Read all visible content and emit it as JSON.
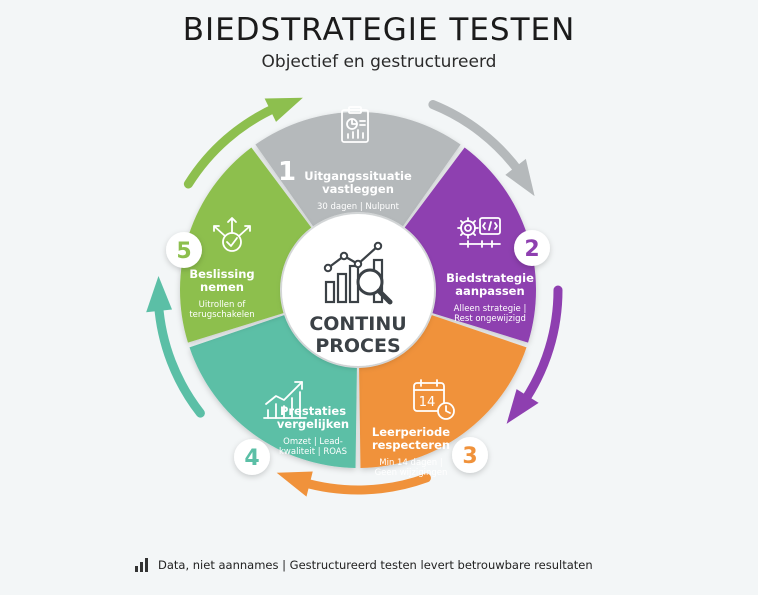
{
  "header": {
    "title": "BIEDSTRATEGIE TESTEN",
    "subtitle": "Objectief en gestructureerd"
  },
  "center": {
    "line1": "CONTINU",
    "line2": "PROCES"
  },
  "steps": [
    {
      "number": "1",
      "title_lines": [
        "Uitgangssituatie",
        "vastleggen"
      ],
      "desc_lines": [
        "30 dagen | Nulpunt"
      ],
      "color": "#b5b9bb",
      "icon": "clipboard-chart-icon"
    },
    {
      "number": "2",
      "title_lines": [
        "Biedstrategie",
        "aanpassen"
      ],
      "desc_lines": [
        "Alleen strategie |",
        "Rest ongewijzigd"
      ],
      "color": "#8e3fb0",
      "icon": "gear-code-icon"
    },
    {
      "number": "3",
      "title_lines": [
        "Leerperiode",
        "respecteren"
      ],
      "desc_lines": [
        "Min 14 dagen |",
        "Geen wijzigingen"
      ],
      "color": "#f0923b",
      "icon": "calendar-clock-icon",
      "calendar_day": "14"
    },
    {
      "number": "4",
      "title_lines": [
        "Prestaties",
        "vergelijken"
      ],
      "desc_lines": [
        "Omzet | Lead-",
        "kwaliteit | ROAS"
      ],
      "color": "#5bbfa6",
      "icon": "growth-chart-icon"
    },
    {
      "number": "5",
      "title_lines": [
        "Beslissing",
        "nemen"
      ],
      "desc_lines": [
        "Uitrollen of",
        "terugschakelen"
      ],
      "color": "#8dbf4e",
      "icon": "decision-arrows-icon"
    }
  ],
  "footer": {
    "text": "Data, niet aannames | Gestructureerd testen levert betrouwbare resultaten",
    "icon": "bar-chart-icon"
  },
  "colors": {
    "title": "#1b1b1b",
    "center_text": "#3b4146",
    "step_text": "#ffffff",
    "background": "#f3f6f7"
  }
}
